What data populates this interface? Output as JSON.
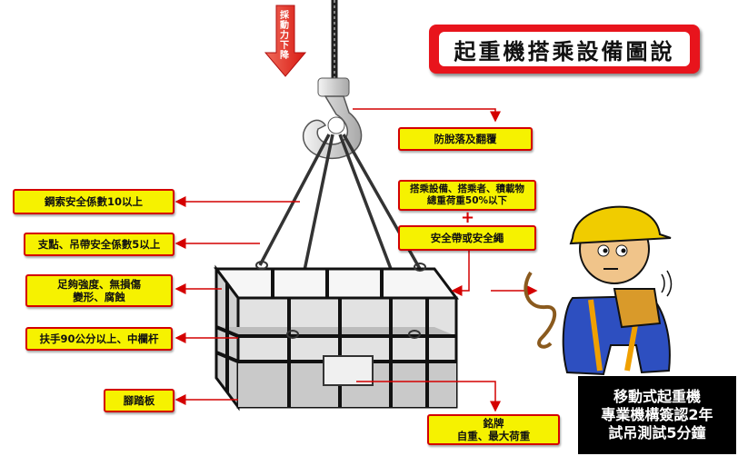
{
  "title": "起重機搭乘設備圖說",
  "hook_arrow_text": "採動力下降",
  "labels": {
    "anti_drop": "防脫落及翻覆",
    "wire_rope": "鋼索安全係數10以上",
    "fulcrum": "支點、吊帶安全係數5以上",
    "strength": "足夠強度、無損傷\n變形、腐蝕",
    "handrail": "扶手90公分以上、中欄杆",
    "toeboard": "腳踏板",
    "load": "搭乘設備、搭乘者、積載物\n總重荷重50%以下",
    "plus": "+",
    "harness": "安全帶或安全繩",
    "nameplate": "銘牌\n自重、最大荷重"
  },
  "note": {
    "line1": "移動式起重機",
    "line2": "專業機構簽認2年",
    "line3": "試吊測試5分鐘"
  },
  "colors": {
    "label_fill": "#f6f200",
    "label_border": "#d40000",
    "title_red": "#e8141c",
    "arrow_red": "#e0221c",
    "pointer_red": "#d40000"
  }
}
